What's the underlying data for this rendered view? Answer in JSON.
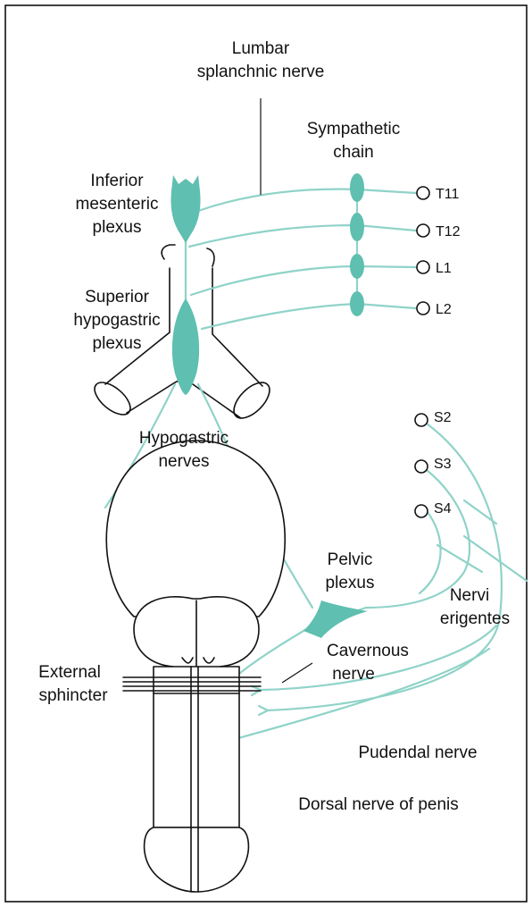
{
  "colors": {
    "nerve": "#8fd3c8",
    "ganglion": "#5fbfb0",
    "outline": "#111111",
    "background": "#ffffff"
  },
  "labels": {
    "lumbar_splanchnic": [
      "Lumbar",
      "splanchnic nerve"
    ],
    "sympathetic_chain": [
      "Sympathetic",
      "chain"
    ],
    "inferior_mesenteric": [
      "Inferior",
      "mesenteric",
      "plexus"
    ],
    "superior_hypogastric": [
      "Superior",
      "hypogastric",
      "plexus"
    ],
    "hypogastric_nerves": [
      "Hypogastric",
      "nerves"
    ],
    "pelvic_plexus": [
      "Pelvic",
      "plexus"
    ],
    "nervi_erigentes": [
      "Nervi",
      "erigentes"
    ],
    "external_sphincter": [
      "External",
      "sphincter"
    ],
    "cavernous_nerve": [
      "Cavernous",
      "nerve"
    ],
    "pudendal_nerve": "Pudendal nerve",
    "dorsal_nerve": "Dorsal nerve of penis"
  },
  "spinal_roots": {
    "thoracolumbar": [
      "T11",
      "T12",
      "L1",
      "L2"
    ],
    "sacral": [
      "S2",
      "S3",
      "S4"
    ]
  }
}
